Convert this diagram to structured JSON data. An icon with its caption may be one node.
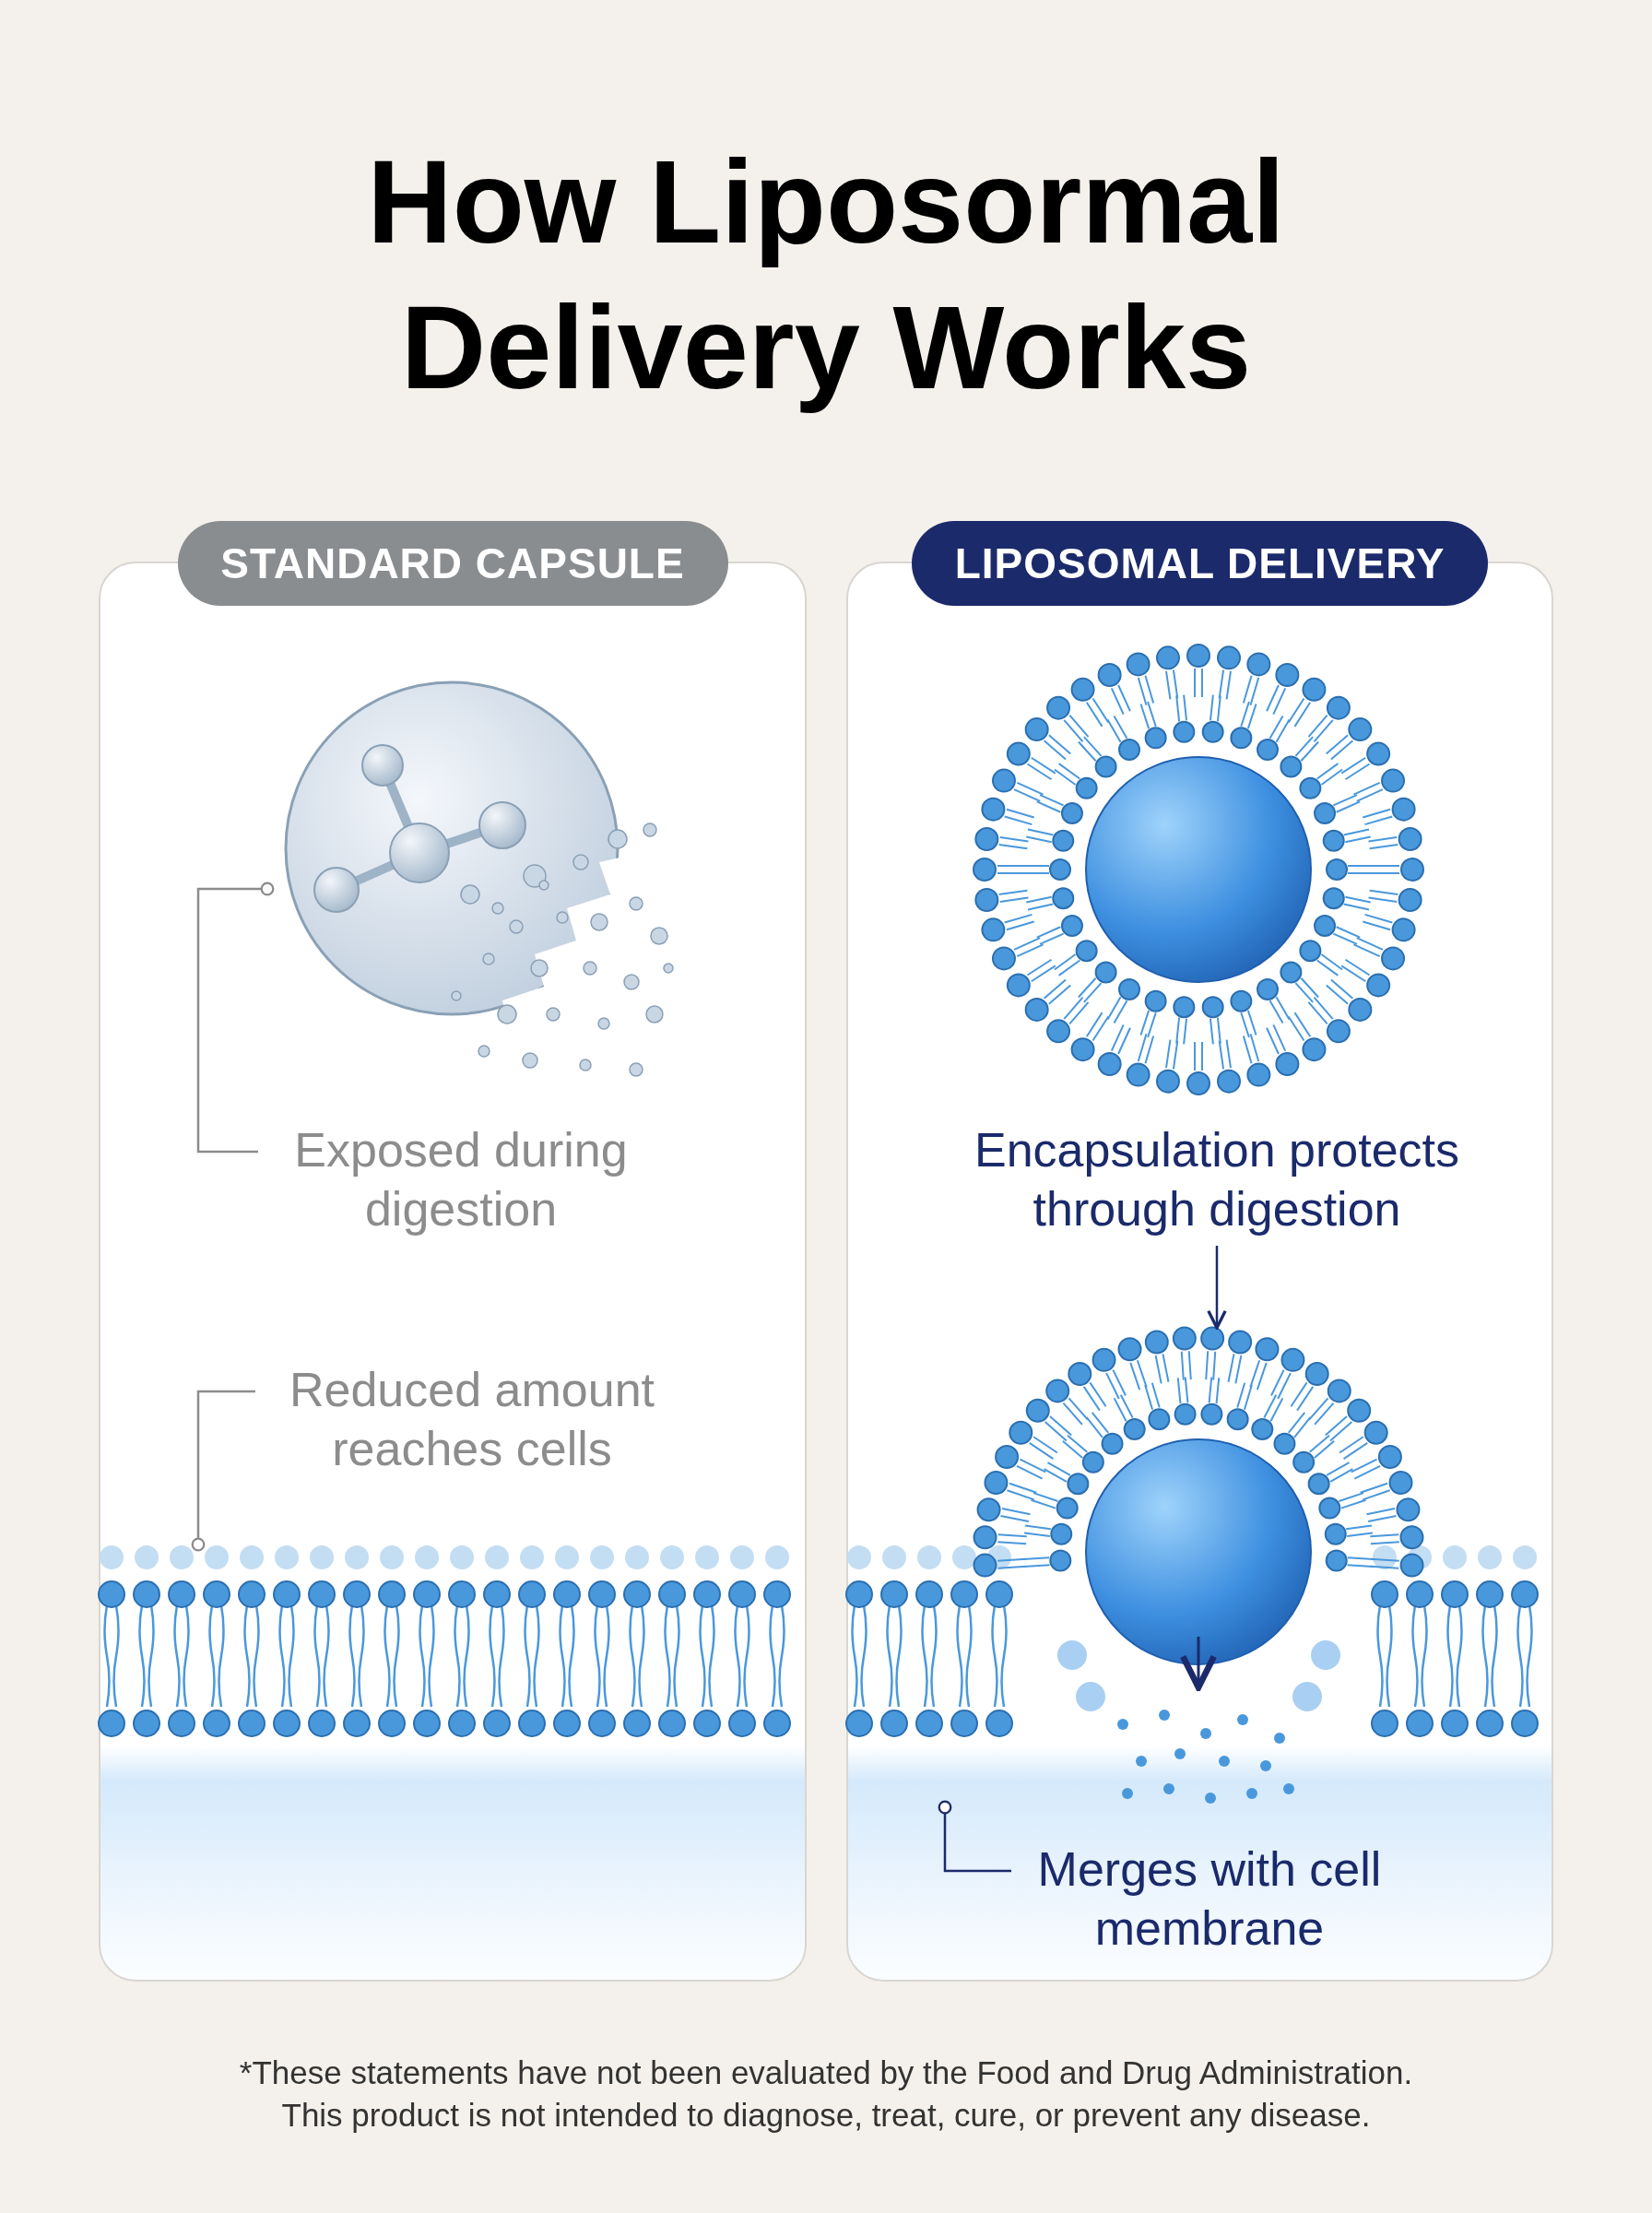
{
  "diagram": {
    "title": "How Liposormal Delivery Works",
    "caption": "*These statements have not been evaluated by the Food and Drug Administration. This product is not intended to diagnose, treat, cure, or prevent any disease.",
    "nodes": [
      {
        "text": [
          "STANDARD CAPSULE"
        ]
      },
      {
        "text": [
          "LIPOSOMAL DELIVERY"
        ]
      },
      {
        "text": [],
        "shape": "picture",
        "in": 0
      },
      {
        "text": [
          "Exposed during digestion"
        ],
        "in": 0
      },
      {
        "text": [
          "Reduced amount reaches cells"
        ],
        "in": 0
      },
      {
        "text": [],
        "shape": "picture",
        "in": 0
      },
      {
        "text": [],
        "shape": "picture",
        "in": 1
      },
      {
        "text": [
          "Encapsulation protects through digestion"
        ],
        "in": 1
      },
      {
        "text": [],
        "shape": "picture",
        "in": 1
      },
      {
        "text": [
          "Merges with cell membrane"
        ],
        "in": 1
      }
    ],
    "edges": [
      {
        "from": 3,
        "to": 2,
        "arrow": "other"
      },
      {
        "from": 4,
        "to": 5,
        "arrow": "other"
      },
      {
        "from": 7,
        "to": 8,
        "arrow": "to",
        "color": "#1b2a6b"
      },
      {
        "from": 9,
        "to": 8,
        "arrow": "other",
        "color": "#1b2a6b"
      }
    ]
  }
}
